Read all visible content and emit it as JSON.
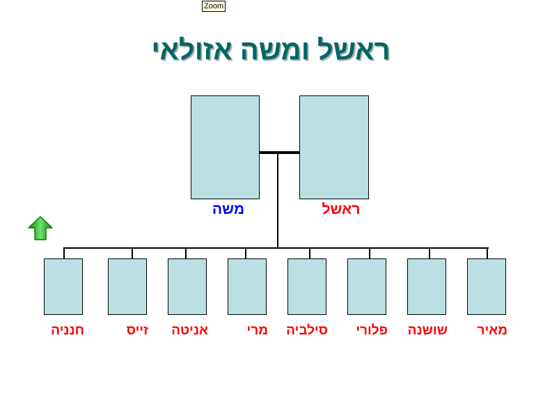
{
  "tooltip": "Zoom",
  "title": "ראשל ומשה אזולאי",
  "parents": [
    {
      "name": "משה",
      "color": "#0000ff"
    },
    {
      "name": "ראשל",
      "color": "#ff0000"
    }
  ],
  "children": [
    "חנניה",
    "זייס",
    "אניטה",
    "מרי",
    "סילביה",
    "פלורי",
    "שושנה",
    "מאיר"
  ],
  "icons": {
    "up": "green-up-arrow-icon"
  }
}
